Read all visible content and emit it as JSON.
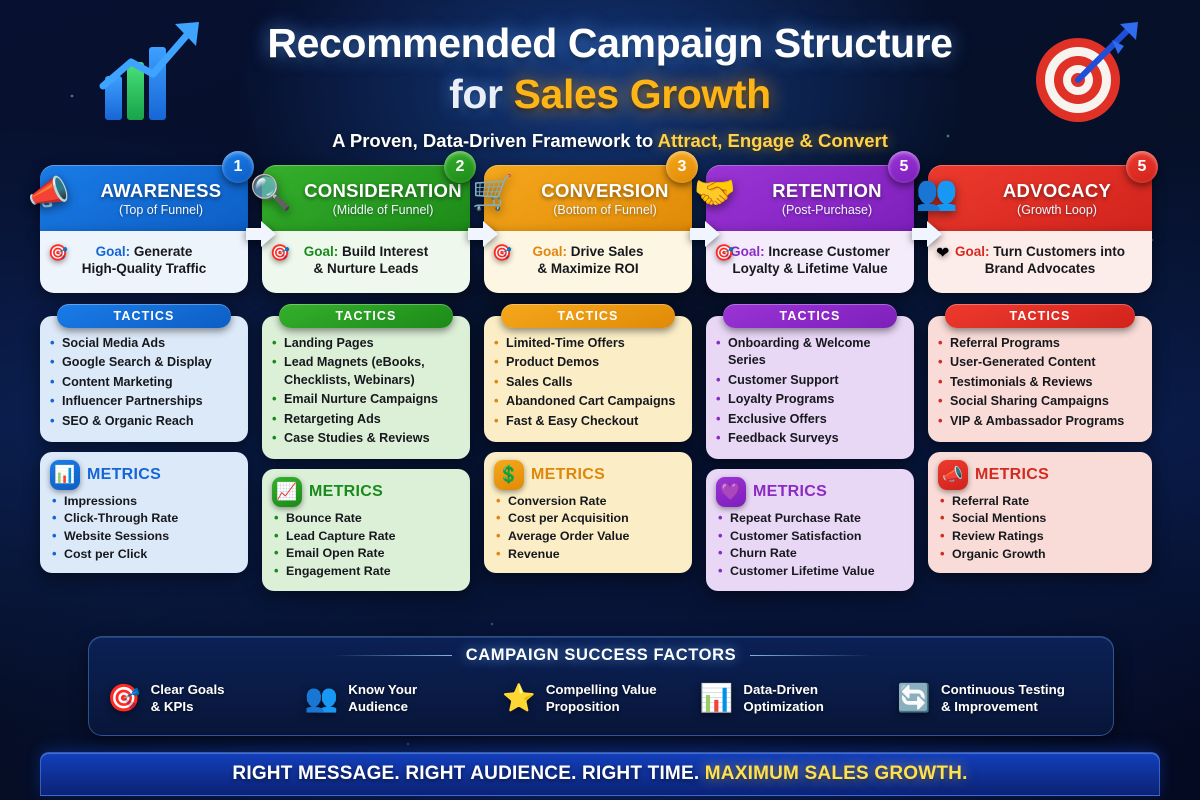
{
  "header": {
    "title_line1": "Recommended Campaign Structure",
    "title_line2_plain": "for ",
    "title_line2_accent": "Sales Growth",
    "subtitle_plain": "A Proven, Data-Driven Framework to ",
    "subtitle_highlight": "Attract, Engage & Convert",
    "left_icon": "growth-bar-chart-arrow-icon",
    "right_icon": "target-dartboard-icon"
  },
  "stages": [
    {
      "badge": "1",
      "name": "AWARENESS",
      "subtitle": "(Top of Funnel)",
      "icon": "megaphone-icon",
      "goal_label": "Goal:",
      "goal_line1": "Generate",
      "goal_line2": "High-Quality Traffic",
      "goal_icon": "target-icon",
      "tactics_label": "TACTICS",
      "tactics": [
        "Social Media Ads",
        "Google Search & Display",
        "Content Marketing",
        "Influencer Partnerships",
        "SEO & Organic Reach"
      ],
      "metrics_label": "METRICS",
      "metrics_icon": "bar-chart-icon",
      "metrics": [
        "Impressions",
        "Click-Through Rate",
        "Website Sessions",
        "Cost per Click"
      ],
      "color": "#1a7ce8",
      "color_dark": "#0d5ec4",
      "accent_text": "#1565d8",
      "panel_bg": "#dce9f8",
      "goal_bg": "#eef4fc"
    },
    {
      "badge": "2",
      "name": "CONSIDERATION",
      "subtitle": "(Middle of Funnel)",
      "icon": "magnifying-glass-icon",
      "goal_label": "Goal:",
      "goal_line1": "Build Interest",
      "goal_line2": "& Nurture Leads",
      "goal_icon": "target-icon",
      "tactics_label": "TACTICS",
      "tactics": [
        "Landing Pages",
        "Lead Magnets (eBooks, Checklists, Webinars)",
        "Email Nurture Campaigns",
        "Retargeting Ads",
        "Case Studies & Reviews"
      ],
      "metrics_label": "METRICS",
      "metrics_icon": "chart-search-icon",
      "metrics": [
        "Bounce Rate",
        "Lead Capture Rate",
        "Email Open Rate",
        "Engagement Rate"
      ],
      "color": "#35b02c",
      "color_dark": "#1c8a18",
      "accent_text": "#1a8a1c",
      "panel_bg": "#dcf0d8",
      "goal_bg": "#eef8ec"
    },
    {
      "badge": "3",
      "name": "CONVERSION",
      "subtitle": "(Bottom of Funnel)",
      "icon": "shopping-cart-icon",
      "goal_label": "Goal:",
      "goal_line1": "Drive Sales",
      "goal_line2": "& Maximize ROI",
      "goal_icon": "target-icon",
      "tactics_label": "TACTICS",
      "tactics": [
        "Limited-Time Offers",
        "Product Demos",
        "Sales Calls",
        "Abandoned Cart Campaigns",
        "Fast & Easy Checkout"
      ],
      "metrics_label": "METRICS",
      "metrics_icon": "dollar-coin-icon",
      "metrics": [
        "Conversion Rate",
        "Cost per Acquisition",
        "Average Order Value",
        "Revenue"
      ],
      "color": "#f5a81c",
      "color_dark": "#e08a07",
      "accent_text": "#e0860d",
      "panel_bg": "#fbeec6",
      "goal_bg": "#fdf6e2"
    },
    {
      "badge": "5",
      "name": "RETENTION",
      "subtitle": "(Post-Purchase)",
      "icon": "handshake-icon",
      "goal_label": "Goal:",
      "goal_line1": "Increase Customer",
      "goal_line2": "Loyalty & Lifetime Value",
      "goal_icon": "target-icon",
      "tactics_label": "TACTICS",
      "tactics": [
        "Onboarding & Welcome Series",
        "Customer Support",
        "Loyalty Programs",
        "Exclusive Offers",
        "Feedback Surveys"
      ],
      "metrics_label": "METRICS",
      "metrics_icon": "purple-heart-icon",
      "metrics": [
        "Repeat Purchase Rate",
        "Customer Satisfaction",
        "Churn Rate",
        "Customer Lifetime Value"
      ],
      "color": "#9b34d6",
      "color_dark": "#7d1fbb",
      "accent_text": "#8a2bc4",
      "panel_bg": "#e9d7f6",
      "goal_bg": "#f4ecfb"
    },
    {
      "badge": "5",
      "name": "ADVOCACY",
      "subtitle": "(Growth Loop)",
      "icon": "people-star-icon",
      "goal_label": "Goal:",
      "goal_line1": "Turn Customers into",
      "goal_line2": "Brand Advocates",
      "goal_icon": "heart-icon",
      "tactics_label": "TACTICS",
      "tactics": [
        "Referral Programs",
        "User-Generated Content",
        "Testimonials & Reviews",
        "Social Sharing Campaigns",
        "VIP & Ambassador Programs"
      ],
      "metrics_label": "METRICS",
      "metrics_icon": "megaphone-icon",
      "metrics": [
        "Referral Rate",
        "Social Mentions",
        "Review Ratings",
        "Organic Growth"
      ],
      "color": "#ed3a2e",
      "color_dark": "#d1231c",
      "accent_text": "#d42a20",
      "panel_bg": "#f9dcd8",
      "goal_bg": "#fcecea"
    }
  ],
  "success": {
    "title": "CAMPAIGN SUCCESS FACTORS",
    "items": [
      {
        "icon": "target-dart-icon",
        "line1": "Clear Goals",
        "line2": "& KPIs"
      },
      {
        "icon": "people-group-icon",
        "line1": "Know Your",
        "line2": "Audience"
      },
      {
        "icon": "star-in-hand-icon",
        "line1": "Compelling Value",
        "line2": "Proposition"
      },
      {
        "icon": "chart-magnifier-icon",
        "line1": "Data-Driven",
        "line2": "Optimization"
      },
      {
        "icon": "refresh-cycle-icon",
        "line1": "Continuous Testing",
        "line2": "& Improvement"
      }
    ]
  },
  "banner": {
    "text_plain": "RIGHT MESSAGE. RIGHT AUDIENCE. RIGHT TIME. ",
    "text_highlight": "MAXIMUM SALES GROWTH."
  }
}
